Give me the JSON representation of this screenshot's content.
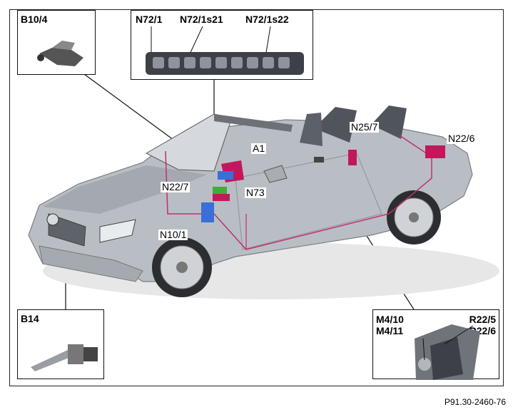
{
  "callouts": {
    "b10_4": "B10/4",
    "n72_1": "N72/1",
    "n72_1s21": "N72/1s21",
    "n72_1s22": "N72/1s22",
    "b14": "B14",
    "m4_10": "M4/10",
    "m4_11": "M4/11",
    "r22_5": "R22/5",
    "r22_6": "R22/6"
  },
  "car_labels": {
    "a1": "A1",
    "n22_7": "N22/7",
    "n73": "N73",
    "n10_1": "N10/1",
    "n25_7": "N25/7",
    "n22_6": "N22/6"
  },
  "figure_id": "P91.30-2460-76",
  "colors": {
    "component_magenta": "#c2185b",
    "component_blue": "#3a6fd8",
    "component_green": "#3cae3c",
    "car_body": "#b9bec4",
    "outline_pink": "#c0306a"
  }
}
